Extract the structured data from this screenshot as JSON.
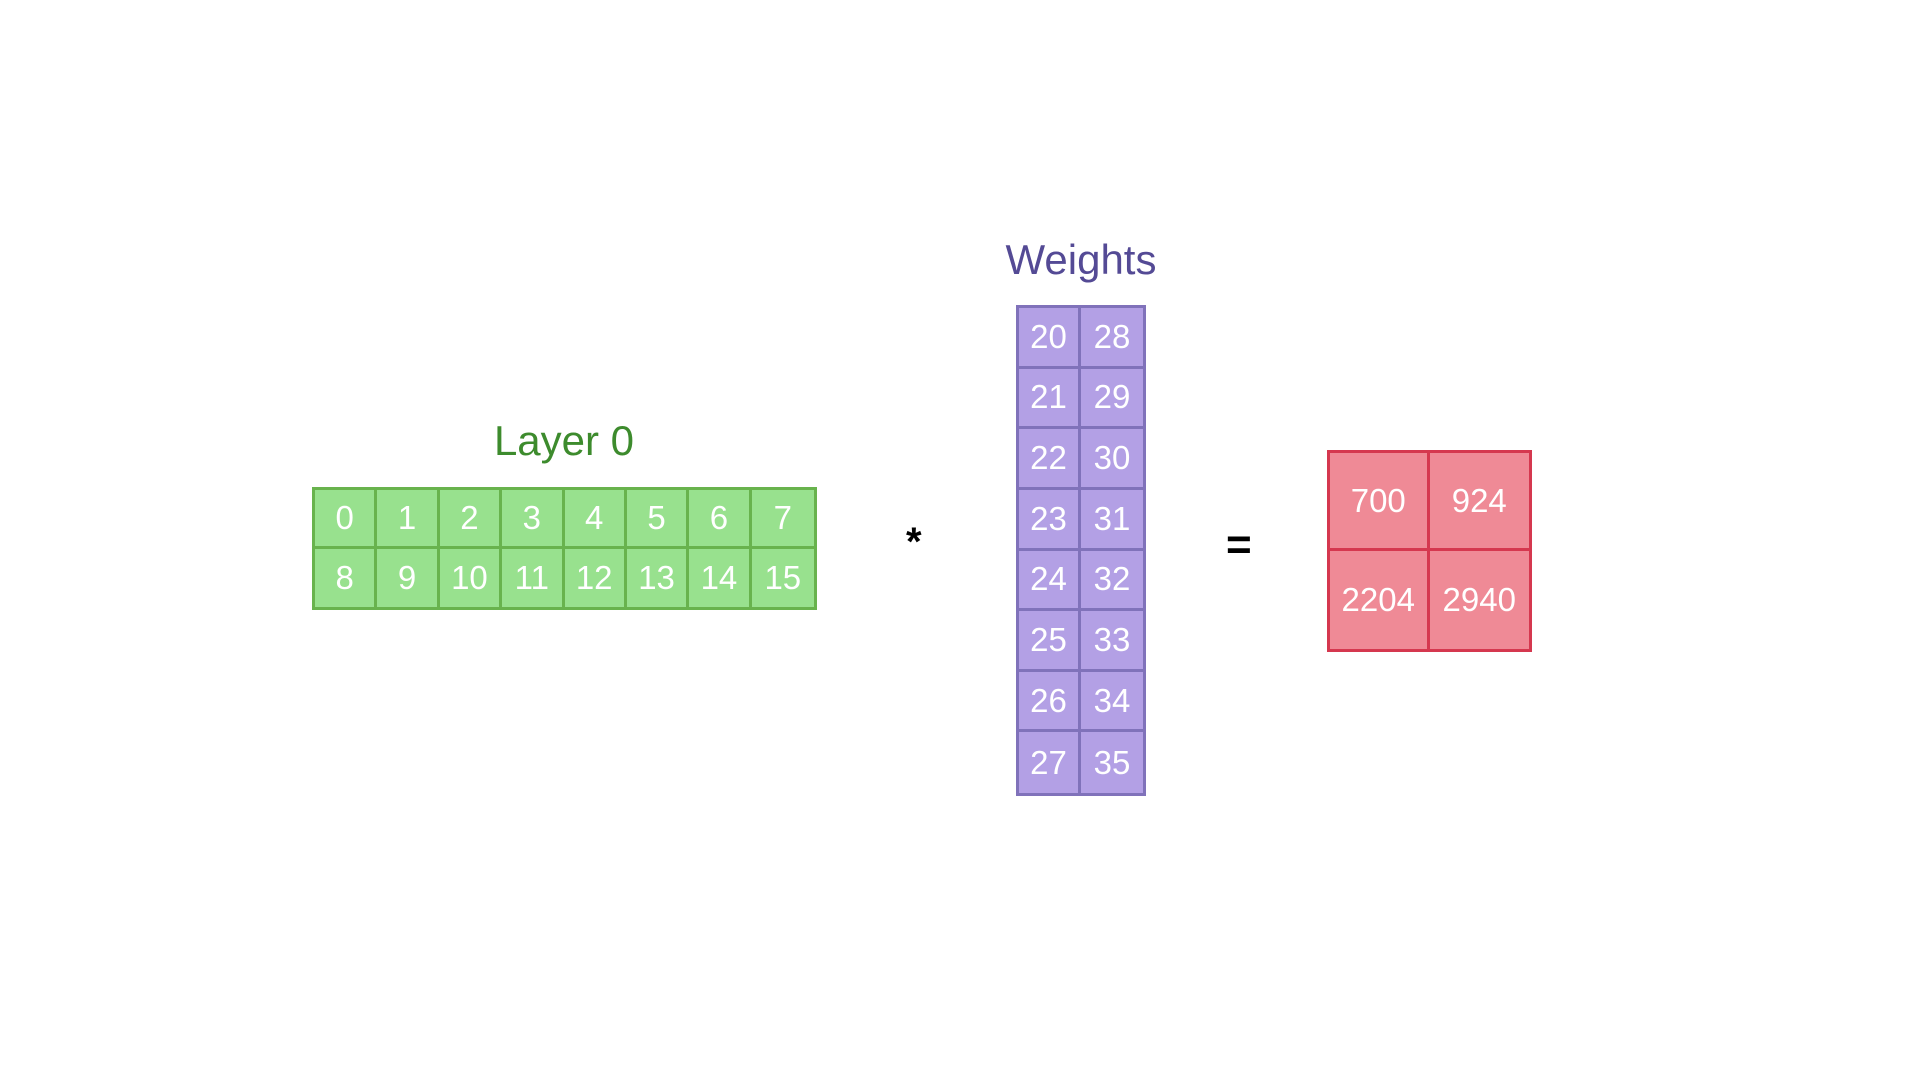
{
  "layer": {
    "title": "Layer 0",
    "color": "#3d8b2d",
    "rows": 2,
    "cols": 8,
    "values": [
      "0",
      "1",
      "2",
      "3",
      "4",
      "5",
      "6",
      "7",
      "8",
      "9",
      "10",
      "11",
      "12",
      "13",
      "14",
      "15"
    ]
  },
  "operator_multiply": "*",
  "weights": {
    "title": "Weights",
    "color": "#544a95",
    "rows": 8,
    "cols": 2,
    "values": [
      "20",
      "28",
      "21",
      "29",
      "22",
      "30",
      "23",
      "31",
      "24",
      "32",
      "25",
      "33",
      "26",
      "34",
      "27",
      "35"
    ]
  },
  "operator_equals": "=",
  "result": {
    "rows": 2,
    "cols": 2,
    "values": [
      "700",
      "924",
      "2204",
      "2940"
    ]
  }
}
